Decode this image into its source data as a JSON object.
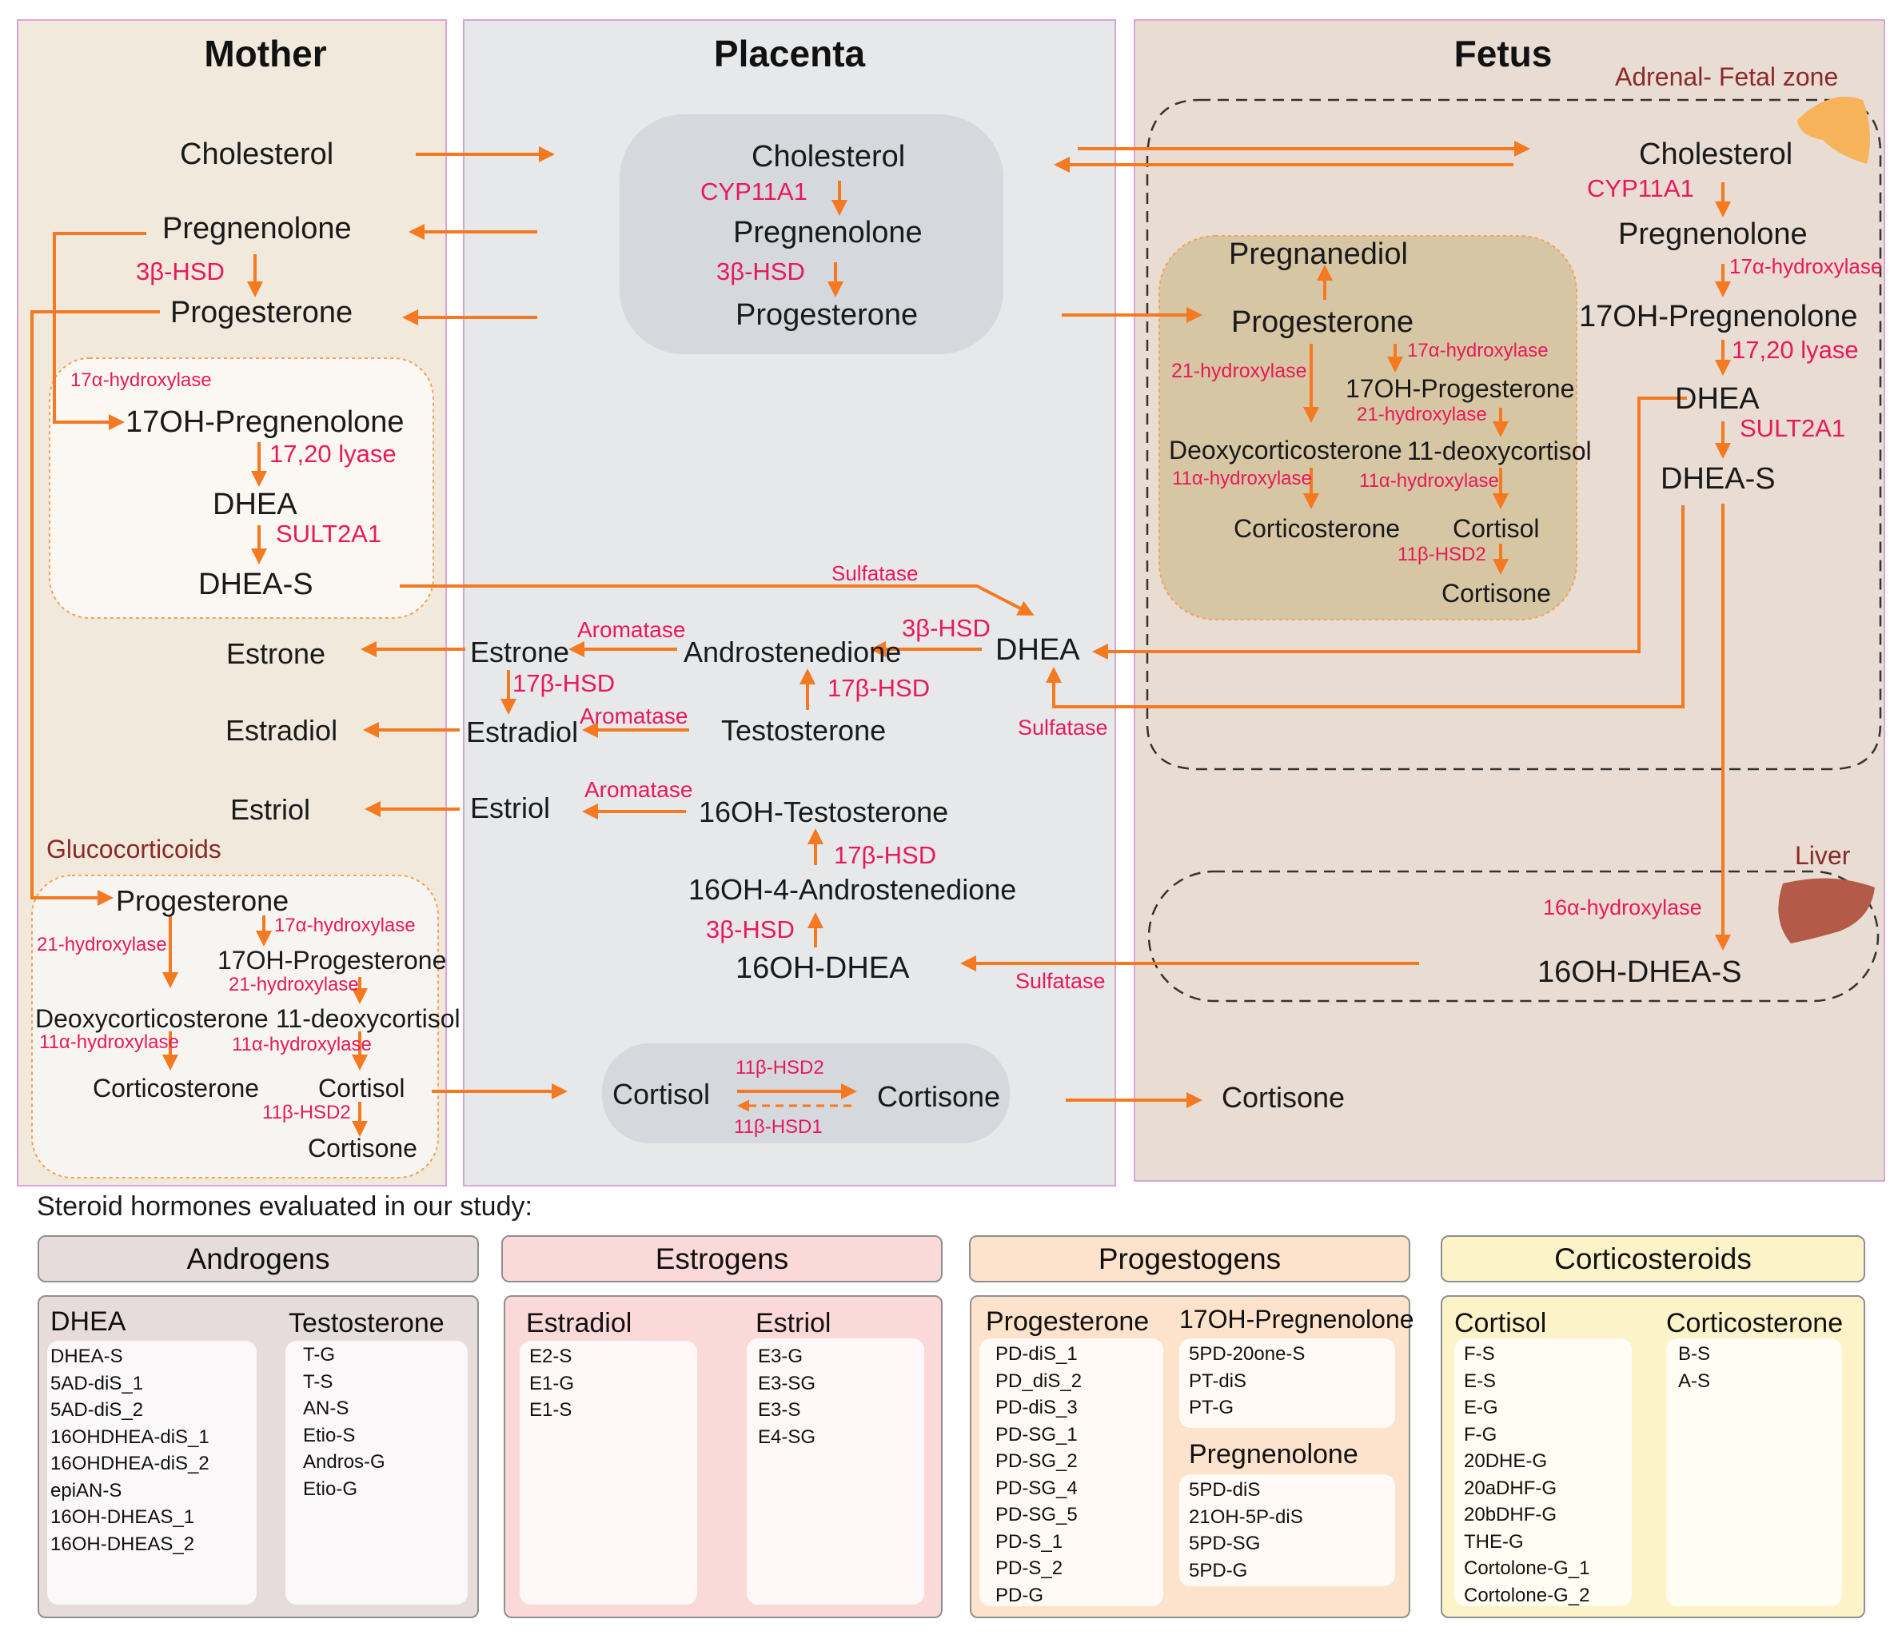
{
  "zones": {
    "mother": "Mother",
    "placenta": "Placenta",
    "fetus": "Fetus",
    "adrenal_label": "Adrenal- Fetal zone",
    "liver_label": "Liver",
    "glucocorticoids_label": "Glucocorticoids"
  },
  "mother": {
    "cholesterol": "Cholesterol",
    "pregnenolone": "Pregnenolone",
    "progesterone": "Progesterone",
    "oh_pregnenolone": "17OH-Pregnenolone",
    "dhea": "DHEA",
    "dhea_s": "DHEA-S",
    "estrone": "Estrone",
    "estradiol": "Estradiol",
    "estriol": "Estriol",
    "enz_3bhsd": "3β-HSD",
    "enz_17a": "17α-hydroxylase",
    "enz_1720": "17,20 lyase",
    "enz_sult": "SULT2A1",
    "gluco": {
      "progesterone": "Progesterone",
      "oh_progesterone": "17OH-Progesterone",
      "doc": "Deoxycorticosterone",
      "deoxycortisol": "11-deoxycortisol",
      "corticosterone": "Corticosterone",
      "cortisol": "Cortisol",
      "cortisone": "Cortisone",
      "enz_21a": "21-hydroxylase",
      "enz_17a": "17α-hydroxylase",
      "enz_21b": "21-hydroxylase",
      "enz_11a": "11α-hydroxylase",
      "enz_11b": "11α-hydroxylase",
      "enz_11bhsd2": "11β-HSD2"
    }
  },
  "placenta": {
    "cholesterol": "Cholesterol",
    "pregnenolone": "Pregnenolone",
    "progesterone": "Progesterone",
    "enz_cyp": "CYP11A1",
    "enz_3bhsd": "3β-HSD",
    "sulfatase_top": "Sulfatase",
    "dhea": "DHEA",
    "androstenedione": "Androstenedione",
    "estrone": "Estrone",
    "estradiol": "Estradiol",
    "testosterone": "Testosterone",
    "estriol": "Estriol",
    "oh_testosterone": "16OH-Testosterone",
    "oh_androstenedione": "16OH-4-Androstenedione",
    "oh_dhea": "16OH-DHEA",
    "enz_aromatase_1": "Aromatase",
    "enz_aromatase_2": "Aromatase",
    "enz_aromatase_3": "Aromatase",
    "enz_3bhsd_2": "3β-HSD",
    "enz_3bhsd_3": "3β-HSD",
    "enz_17bhsd_1": "17β-HSD",
    "enz_17bhsd_2": "17β-HSD",
    "enz_17bhsd_3": "17β-HSD",
    "sulfatase_mid": "Sulfatase",
    "sulfatase_low": "Sulfatase",
    "cortisol": "Cortisol",
    "cortisone": "Cortisone",
    "enz_11bhsd2": "11β-HSD2",
    "enz_11bhsd1": "11β-HSD1"
  },
  "fetus": {
    "cholesterol": "Cholesterol",
    "pregnenolone": "Pregnenolone",
    "oh_pregnenolone": "17OH-Pregnenolone",
    "dhea": "DHEA",
    "dhea_s": "DHEA-S",
    "enz_cyp": "CYP11A1",
    "enz_17a": "17α-hydroxylase",
    "enz_1720": "17,20 lyase",
    "enz_sult": "SULT2A1",
    "pregnanediol": "Pregnanediol",
    "progesterone": "Progesterone",
    "oh_progesterone": "17OH-Progesterone",
    "doc": "Deoxycorticosterone",
    "deoxycortisol": "11-deoxycortisol",
    "corticosterone": "Corticosterone",
    "cortisol": "Cortisol",
    "cortisone_inner": "Cortisone",
    "enz_21a": "21-hydroxylase",
    "enz_17a_inner": "17α-hydroxylase",
    "enz_21b": "21-hydroxylase",
    "enz_11a": "11α-hydroxylase",
    "enz_11b": "11α-hydroxylase",
    "enz_11bhsd2": "11β-HSD2",
    "enz_16a": "16α-hydroxylase",
    "oh_dhea_s": "16OH-DHEA-S",
    "cortisone": "Cortisone"
  },
  "study": {
    "title": "Steroid hormones evaluated in our study:",
    "categories": [
      {
        "name": "Androgens",
        "color": "#e7dcdc",
        "columns": [
          {
            "title": "DHEA",
            "items": [
              "DHEA-S",
              "5AD-diS_1",
              "5AD-diS_2",
              "16OHDHEA-diS_1",
              "16OHDHEA-diS_2",
              "epiAN-S",
              "16OH-DHEAS_1",
              "16OH-DHEAS_2"
            ]
          },
          {
            "title": "Testosterone",
            "items": [
              "T-G",
              "T-S",
              "AN-S",
              "Etio-S",
              "Andros-G",
              "Etio-G"
            ]
          }
        ]
      },
      {
        "name": "Estrogens",
        "color": "#fbd9d9",
        "columns": [
          {
            "title": "Estradiol",
            "items": [
              "E2-S",
              "E1-G",
              "E1-S"
            ]
          },
          {
            "title": "Estriol",
            "items": [
              "E3-G",
              "E3-SG",
              "E3-S",
              "E4-SG"
            ]
          }
        ]
      },
      {
        "name": "Progestogens",
        "color": "#fde3cc",
        "columns": [
          {
            "title": "Progesterone",
            "items": [
              "PD-diS_1",
              "PD_diS_2",
              "PD-diS_3",
              "PD-SG_1",
              "PD-SG_2",
              "PD-SG_4",
              "PD-SG_5",
              "PD-S_1",
              "PD-S_2",
              "PD-G"
            ]
          },
          {
            "title": "17OH-Pregnenolone",
            "items": [
              "5PD-20one-S",
              "PT-diS",
              "PT-G"
            ]
          },
          {
            "title": "Pregnenolone",
            "items": [
              "5PD-diS",
              "21OH-5P-diS",
              "5PD-SG",
              "5PD-G"
            ]
          }
        ]
      },
      {
        "name": "Corticosteroids",
        "color": "#fdf3c9",
        "columns": [
          {
            "title": "Cortisol",
            "items": [
              "F-S",
              "E-S",
              "E-G",
              "F-G",
              "20DHE-G",
              "20aDHF-G",
              "20bDHF-G",
              "THE-G",
              "Cortolone-G_1",
              "Cortolone-G_2"
            ]
          },
          {
            "title": "Corticosterone",
            "items": [
              "B-S",
              "A-S"
            ]
          }
        ]
      }
    ]
  },
  "colors": {
    "arrow": "#f47920",
    "enzyme": "#e8195a",
    "mother_bg": "#f0e9dc",
    "placenta_bg": "#e6e8ea",
    "fetus_bg": "#e8dcd3",
    "fetus_inner_bg": "#d6c6a4"
  }
}
